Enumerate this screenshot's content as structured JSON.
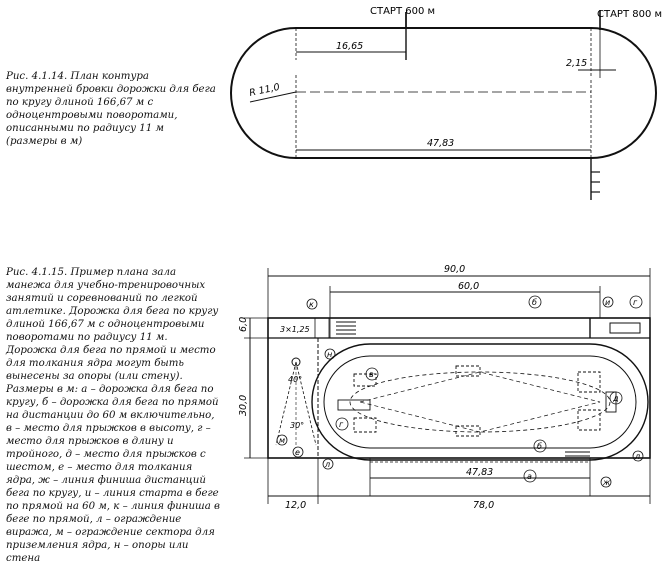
{
  "figure1": {
    "caption": "Рис. 4.1.14. План контура внутренней бровки дорожки для бега по кругу длиной 166,67 м с одноцентровыми поворотами, описанными по радиусу 11 м (размеры в м)",
    "start600": "СТАРТ 600 м",
    "start800": "СТАРТ 800 м",
    "dim_16_65": "16,65",
    "dim_2_15": "2,15",
    "dim_47_83": "47,83",
    "radius": "R 11,0"
  },
  "figure2": {
    "caption": "Рис. 4.1.15. Пример плана зала манежа для учебно-тренировочных занятий и соревнований по легкой атлетике. Дорожка для бега по кругу длиной 166,67 м с одноцентровыми поворотами по радиусу 11 м. Дорожка для бега по прямой и место для толкания ядра могут быть вынесены за опоры (или стену). Размеры в м: а – дорожка для бега по кругу, б – дорожка для бега по прямой на дистанции до 60 м включительно, в – место для прыжков в высоту, г – место для прыжков в длину и тройного, д – место для прыжков с шестом, е – место для толкания ядра, ж – линия финиша дистанций бега по кругу, и – линия старта в беге по прямой на 60 м, к – линия финиша в беге по прямой, л – ограждение виража, м – ограждение сектора для приземления ядра, н – опоры или стена",
    "dim_90": "90,0",
    "dim_60": "60,0",
    "dim_6": "6,0",
    "dim_30": "30,0",
    "dim_47_83": "47,83",
    "dim_12": "12,0",
    "dim_78": "78,0",
    "dim_3x125": "3×1,25",
    "angle_40": "40°",
    "angle_30": "30°",
    "labels": {
      "a": "а",
      "b": "б",
      "v": "в",
      "g": "г",
      "d": "д",
      "e": "е",
      "zh": "ж",
      "i": "и",
      "k": "к",
      "l": "л",
      "m": "м",
      "n": "н"
    }
  }
}
